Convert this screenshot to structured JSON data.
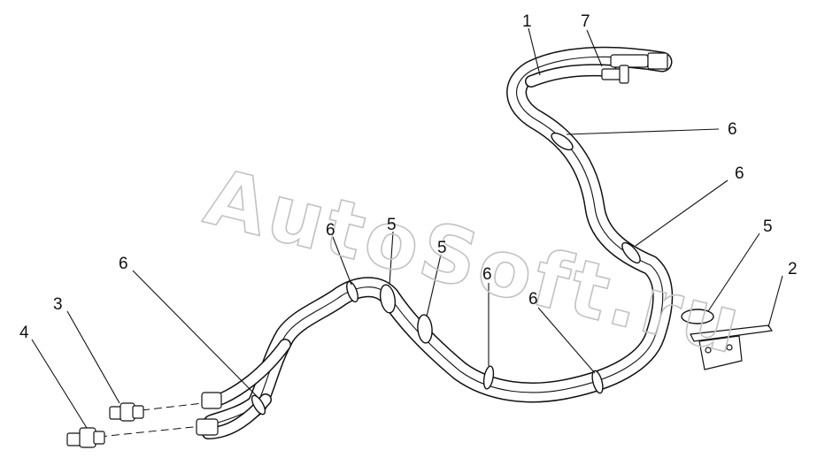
{
  "watermark": "AutoSoft.ru",
  "callouts": {
    "c1": "1",
    "c7": "7",
    "c6_top": "6",
    "c6_mid": "6",
    "c5_bracket": "5",
    "c2": "2",
    "c6_left": "6",
    "c5_a": "5",
    "c5_b": "5",
    "c6_center": "6",
    "c6_lower": "6",
    "c6_far_left": "6",
    "c3": "3",
    "c4": "4"
  }
}
